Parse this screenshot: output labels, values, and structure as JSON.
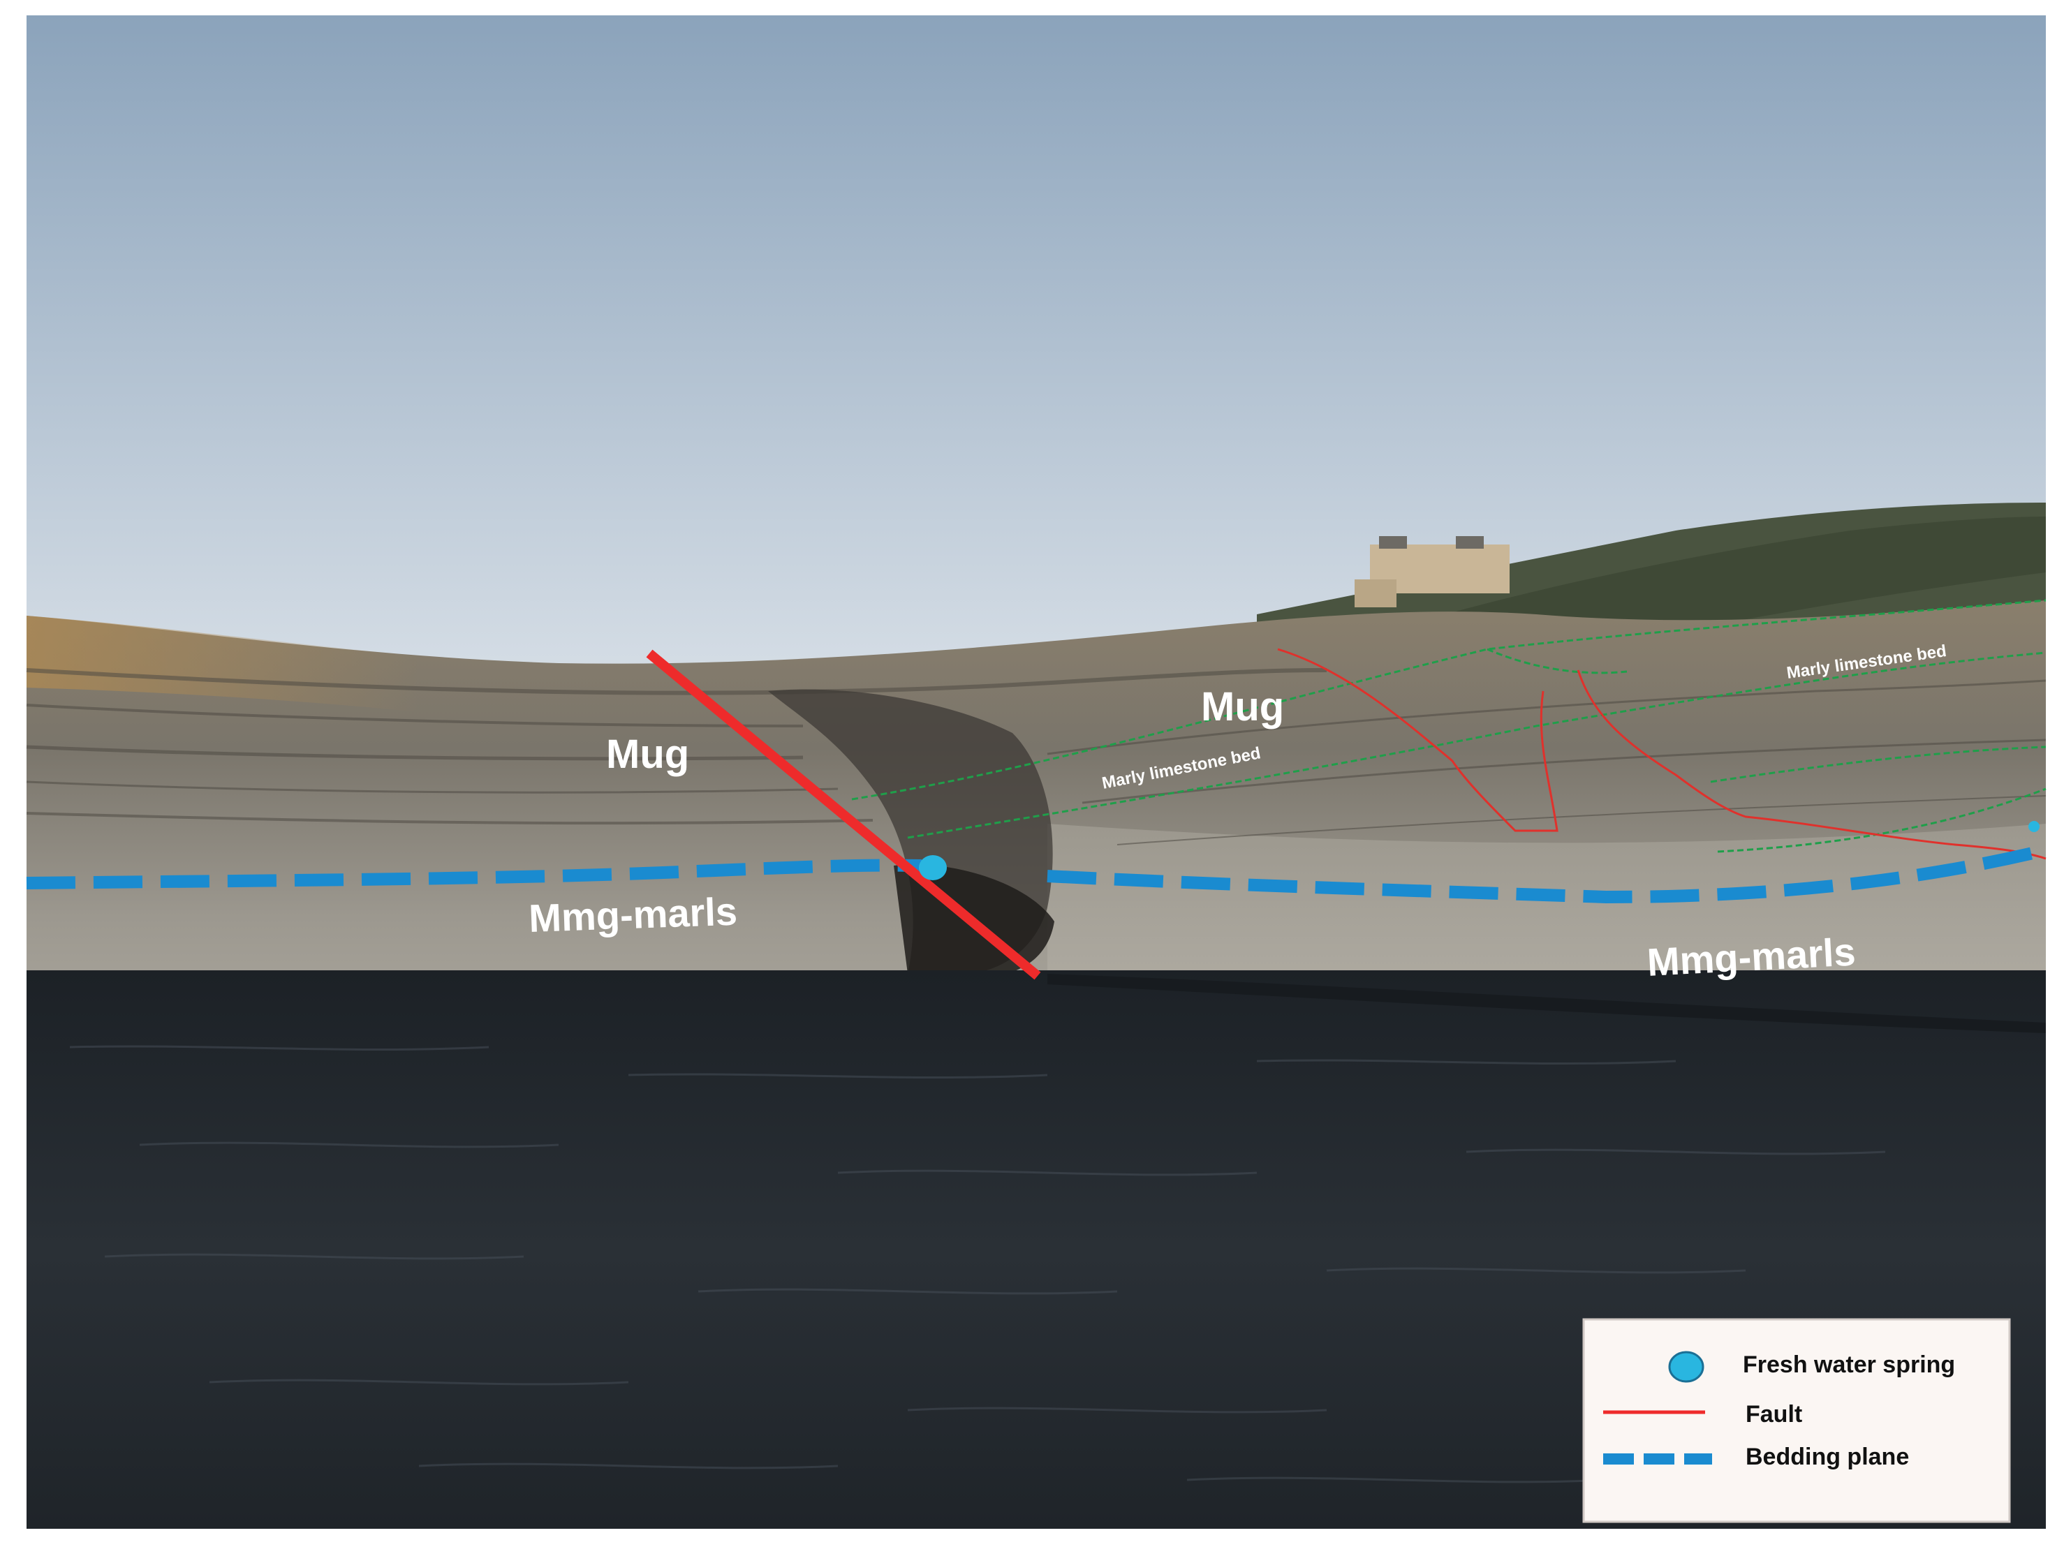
{
  "labels": {
    "mug_left": "Mug",
    "mug_right": "Mug",
    "mmg_left": "Mmg-marls",
    "mmg_right": "Mmg-marls",
    "marly_left": "Marly limestone bed",
    "marly_right": "Marly limestone bed"
  },
  "legend": {
    "items": [
      {
        "label": "Fresh water spring",
        "symbol": "spring-circle"
      },
      {
        "label": "Fault",
        "symbol": "fault-line"
      },
      {
        "label": "Bedding plane",
        "symbol": "bedding-dash"
      }
    ]
  },
  "colors": {
    "sky_top": "#8fa6bd",
    "sky_bottom": "#d5dee6",
    "cliff": "#9a968b",
    "cliff_dark": "#5f5b52",
    "vegetation": "#46503a",
    "sea": "#22272c",
    "fault": "#ee2b2b",
    "bedding": "#1a8bd0",
    "spring": "#29b6e0",
    "marly": "#1f9f4a",
    "label_text": "#ffffff"
  }
}
